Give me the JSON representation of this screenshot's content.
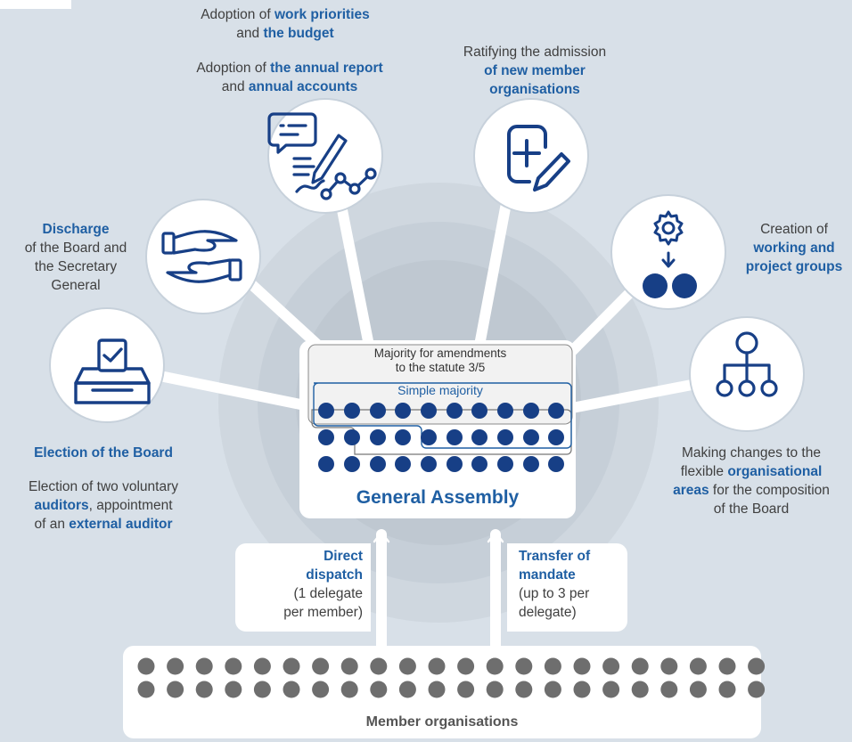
{
  "colors": {
    "background": "#d8e0e8",
    "accent": "#1f5fa3",
    "navy_dot": "#173f86",
    "gray_dot": "#6e6e6e",
    "connector": "#ffffff"
  },
  "items": {
    "work_priorities": {
      "p1": "Adoption of ",
      "b1": "work priorities",
      "p2": "and ",
      "b2": "the budget"
    },
    "annual_report": {
      "p1": "Adoption of ",
      "b1": "the annual report",
      "p2": "and ",
      "b2": "annual accounts"
    },
    "ratifying": {
      "p1": "Ratifying the admission",
      "b1": "of new member",
      "b2": "organisations"
    },
    "discharge": {
      "b1": "Discharge",
      "p1": "of the Board and",
      "p2": "the Secretary",
      "p3": "General"
    },
    "working_groups": {
      "p1": "Creation of",
      "b1": "working and",
      "b2": "project groups"
    },
    "election_board": {
      "b1": "Election of the Board"
    },
    "election_auditors": {
      "p1": "Election of two voluntary",
      "b1": "auditors",
      "p2": ", appointment",
      "p3": "of an ",
      "b2": "external auditor"
    },
    "org_areas": {
      "p1": "Making changes to the",
      "p2": "flexible ",
      "b1": "organisational",
      "b2": "areas",
      "p3": " for the composition",
      "p4": "of the Board"
    }
  },
  "assembly": {
    "title": "General Assembly",
    "amendments_label_1": "Majority for amendments",
    "amendments_label_2": "to the statute 3/5",
    "simple_majority_label": "Simple majority"
  },
  "direct_dispatch": {
    "b1": "Direct",
    "b2": "dispatch",
    "p1": "(1 delegate",
    "p2": "per member)"
  },
  "transfer_mandate": {
    "b1": "Transfer of",
    "b2": "mandate",
    "p1": "(up to 3 per",
    "p2": "delegate)"
  },
  "members": {
    "label": "Member organisations",
    "rows": 2,
    "per_row": 22
  },
  "icons": [
    "speech-pen-chart-icon",
    "add-document-pen-icon",
    "hands-handover-icon",
    "gear-arrow-groups-icon",
    "ballot-box-icon",
    "org-chart-icon",
    "up-arrow-icon"
  ]
}
